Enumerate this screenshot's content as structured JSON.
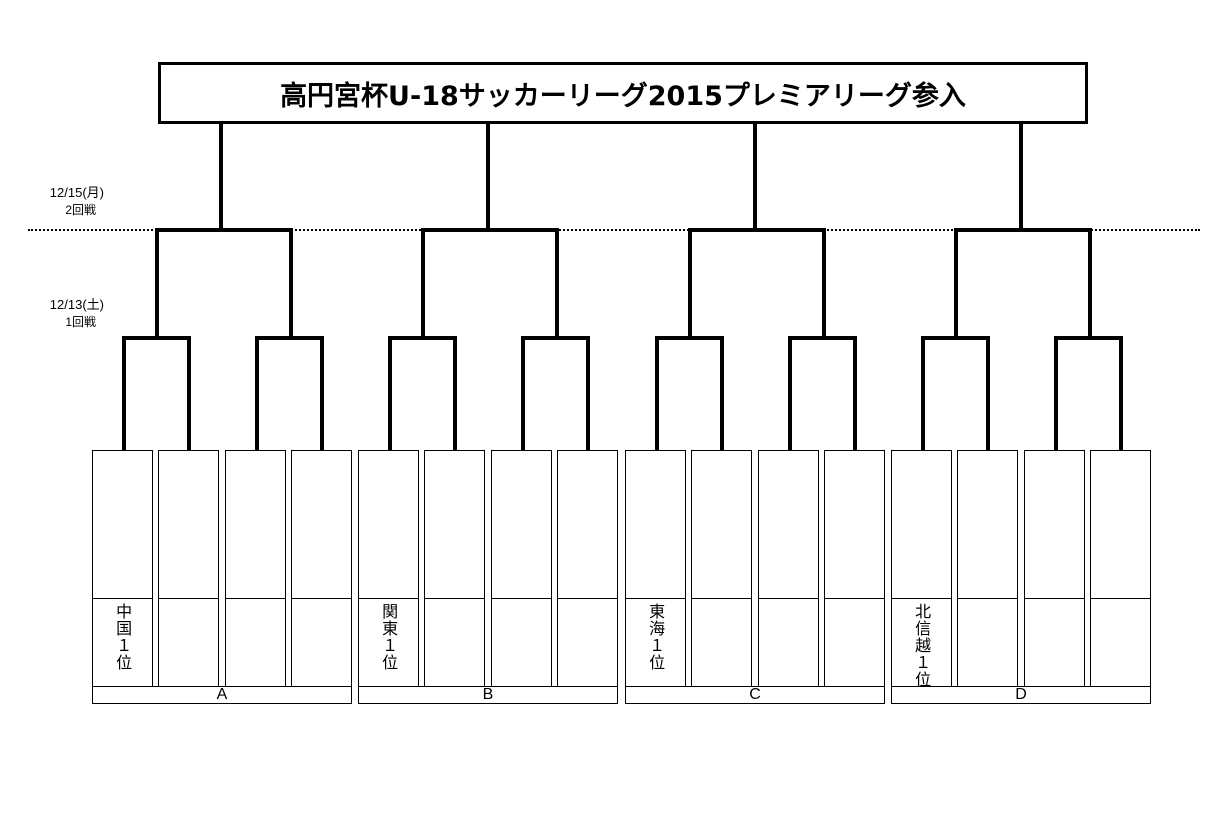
{
  "title": "高円宮杯U-18サッカーリーグ2015プレミアリーグ参入",
  "rounds": [
    {
      "date": "12/15(月)",
      "name": "2回戦"
    },
    {
      "date": "12/13(土)",
      "name": "1回戦"
    }
  ],
  "groups": [
    {
      "letter": "A",
      "teams": [
        {
          "label": "中国１位"
        },
        {
          "label": ""
        },
        {
          "label": ""
        },
        {
          "label": ""
        }
      ]
    },
    {
      "letter": "B",
      "teams": [
        {
          "label": "関東１位"
        },
        {
          "label": ""
        },
        {
          "label": ""
        },
        {
          "label": ""
        }
      ]
    },
    {
      "letter": "C",
      "teams": [
        {
          "label": "東海１位"
        },
        {
          "label": ""
        },
        {
          "label": ""
        },
        {
          "label": ""
        }
      ]
    },
    {
      "letter": "D",
      "teams": [
        {
          "label": "北信越１位"
        },
        {
          "label": ""
        },
        {
          "label": ""
        },
        {
          "label": ""
        }
      ]
    }
  ],
  "colors": {
    "line": "#000000",
    "background": "#ffffff"
  }
}
